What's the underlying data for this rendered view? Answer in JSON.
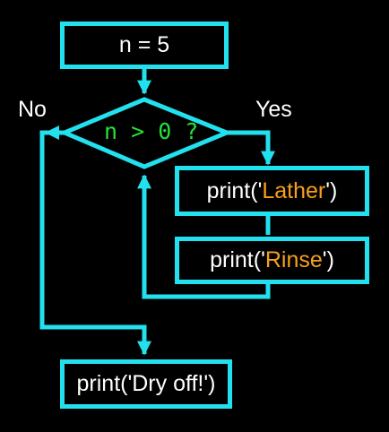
{
  "colors": {
    "background": "#000000",
    "line": "#22e0ee",
    "text": "#ffffff",
    "condition": "#22e33a",
    "string_literal": "#f7a11b"
  },
  "nodes": {
    "init": {
      "text": "n = 5"
    },
    "decision": {
      "text": "n > 0 ?"
    },
    "lather": {
      "prefix": "print(",
      "quote_open": "'",
      "arg": "Lather",
      "quote_close": "'",
      "suffix": ")"
    },
    "rinse": {
      "prefix": "print(",
      "quote_open": "'",
      "arg": "Rinse",
      "quote_close": "'",
      "suffix": ")"
    },
    "dry": {
      "text": "print('Dry off!')"
    }
  },
  "labels": {
    "no": "No",
    "yes": "Yes"
  }
}
